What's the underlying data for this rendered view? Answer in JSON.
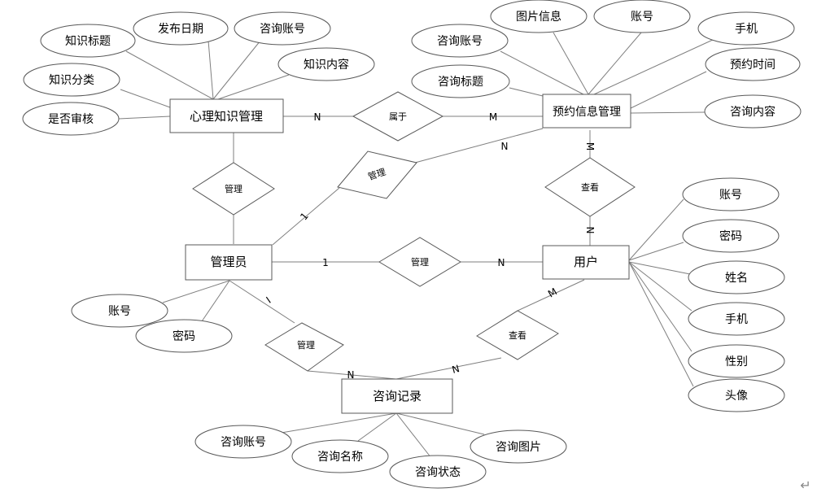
{
  "entities": {
    "knowledge": "心理知识管理",
    "appointment": "预约信息管理",
    "admin": "管理员",
    "user": "用户",
    "consult": "咨询记录"
  },
  "relations": {
    "belongs": "属于",
    "manage_knowledge": "管理",
    "manage_appointment": "管理",
    "manage_user": "管理",
    "manage_consult": "管理",
    "view_appointment": "查看",
    "view_consult": "查看"
  },
  "attributes": {
    "knowledge": [
      "知识标题",
      "发布日期",
      "咨询账号",
      "知识内容",
      "知识分类",
      "是否审核"
    ],
    "appointment": [
      "图片信息",
      "账号",
      "咨询账号",
      "手机",
      "咨询标题",
      "预约时间",
      "咨询内容"
    ],
    "admin": [
      "账号",
      "密码"
    ],
    "user": [
      "账号",
      "密码",
      "姓名",
      "手机",
      "性别",
      "头像"
    ],
    "consult": [
      "咨询账号",
      "咨询名称",
      "咨询状态",
      "咨询图片"
    ]
  },
  "cardinalities": {
    "know_belongs": "N",
    "belongs_appt": "M",
    "appt_manage": "N",
    "manage_admin_appt": "1",
    "appt_view": "M",
    "view_user": "N",
    "admin_manage_user": "1",
    "manage_user": "N",
    "admin_manage_consult": "I",
    "manage_consult": "N",
    "consult_view": "N",
    "view_user_m": "M"
  },
  "paragraph_mark": "↵"
}
